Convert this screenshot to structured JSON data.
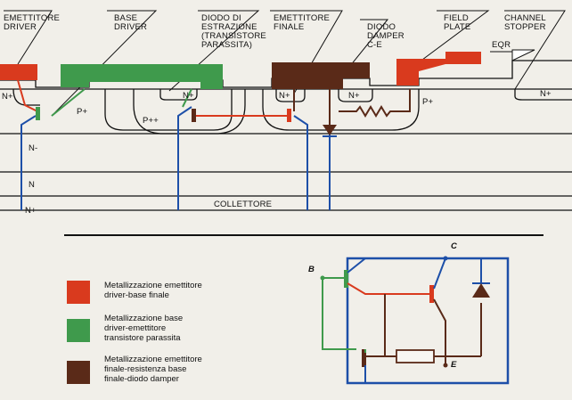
{
  "diagram": {
    "top_labels": {
      "emettitore_driver": [
        "EMETTITORE",
        "DRIVER"
      ],
      "base_driver": [
        "BASE",
        "DRIVER"
      ],
      "diodo_estrazione": [
        "DIODO DI",
        "ESTRAZIONE",
        "(TRANSISTORE",
        "PARASSITA)"
      ],
      "emettitore_finale": [
        "EMETTITORE",
        "FINALE"
      ],
      "diodo_damper": [
        "DIODO",
        "DAMPER",
        "C-E"
      ],
      "field_plate": [
        "FIELD",
        "PLATE"
      ],
      "channel_stopper": [
        "CHANNEL",
        "STOPPER"
      ],
      "eqr": "EQR"
    },
    "regions": {
      "n_plus_left": "N+",
      "p_plus_left": "P+",
      "p_plusplus": "P++",
      "n_plus_mid": "N+",
      "n_plus_final": "N+",
      "n_plus_damper": "N+",
      "p_plus_right": "P+",
      "n_plus_right": "N+",
      "n_minus": "N-",
      "n_layer": "N",
      "n_plus_bottom": "N+",
      "collettore": "COLLETTORE"
    },
    "legend": [
      {
        "color": "#d93a1e",
        "lines": [
          "Metallizzazione emettitore",
          "driver-base finale"
        ]
      },
      {
        "color": "#3f9a4c",
        "lines": [
          "Metallizzazione base",
          "driver-emettitore",
          "transistore parassita"
        ]
      },
      {
        "color": "#5a2a18",
        "lines": [
          "Metallizzazione emettitore",
          "finale-resistenza base",
          "finale-diodo damper"
        ]
      }
    ],
    "schematic": {
      "b": "B",
      "c": "C",
      "e": "E"
    }
  },
  "colors": {
    "red": "#d93a1e",
    "green": "#3f9a4c",
    "brown": "#5a2a18",
    "blue": "#1d4fa8"
  }
}
